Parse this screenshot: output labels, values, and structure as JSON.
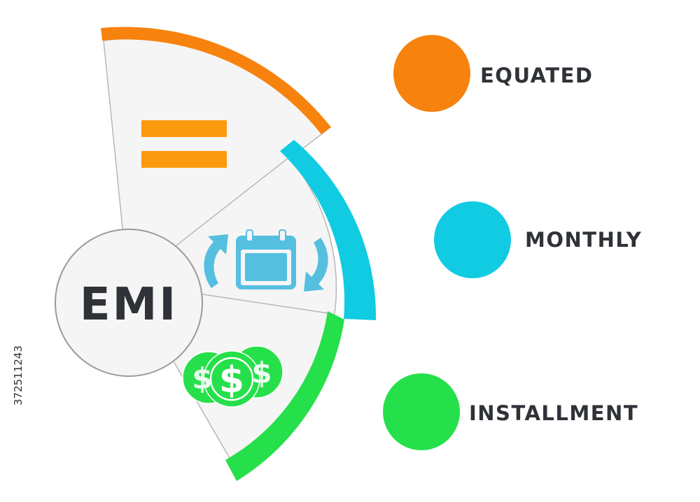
{
  "center_label": "EMI",
  "colors": {
    "equated": "#f7820e",
    "monthly": "#11cbe3",
    "installment": "#25e04a",
    "text": "#2f3237",
    "panel": "#f5f5f5",
    "panel_stroke": "#b7b7b7"
  },
  "segments": [
    {
      "id": "equated",
      "label": "EQUATED",
      "icon": "equals-icon"
    },
    {
      "id": "monthly",
      "label": "MONTHLY",
      "icon": "calendar-cycle-icon"
    },
    {
      "id": "installment",
      "label": "INSTALLMENT",
      "icon": "dollar-coins-icon"
    }
  ],
  "side_id": "372511243"
}
